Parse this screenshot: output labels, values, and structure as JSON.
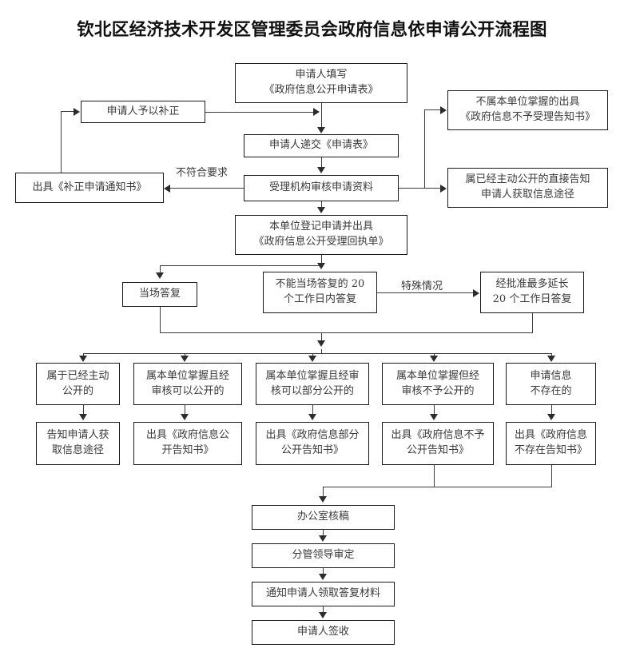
{
  "title": "钦北区经济技术开发区管理委员会政府信息依申请公开流程图",
  "nodes": {
    "fill_form": "申请人填写\n《政府信息公开申请表》",
    "amend": "申请人予以补正",
    "not_accepted": "不属本单位掌握的出具\n《政府信息不予受理告知书》",
    "submit_form": "申请人递交《申请表》",
    "amend_notice": "出具《补正申请通知书》",
    "review": "受理机构审核申请资料",
    "already_public": "属已经主动公开的直接告知\n申请人获取信息途径",
    "register": "本单位登记申请并出具\n《政府信息公开受理回执单》",
    "reply_onsite": "当场答复",
    "reply_20days": "不能当场答复的 20\n个工作日内答复",
    "reply_extended": "经批准最多延长\n20 个工作日答复",
    "cat1": "属于已经主动\n公开的",
    "cat2": "属本单位掌握且经\n审核可以公开的",
    "cat3": "属本单位掌握且经审\n核可以部分公开的",
    "cat4": "属本单位掌握但经\n审核不予公开的",
    "cat5": "申请信息\n不存在的",
    "out1": "告知申请人获\n取信息途径",
    "out2": "出具《政府信息公\n开告知书》",
    "out3": "出具《政府信息部分\n公开告知书》",
    "out4": "出具《政府信息不予\n公开告知书》",
    "out5": "出具《政府信息\n不存在告知书》",
    "office_check": "办公室核稿",
    "leader_approve": "分管领导审定",
    "notify_applicant": "通知申请人领取答复材料",
    "applicant_sign": "申请人签收"
  },
  "edge_labels": {
    "not_compliant": "不符合要求",
    "special_case": "特殊情况"
  },
  "colors": {
    "line": "#3c3c3c",
    "border": "#1a1a1a",
    "text": "#3a3a3a",
    "title": "#111111",
    "background": "#ffffff"
  }
}
